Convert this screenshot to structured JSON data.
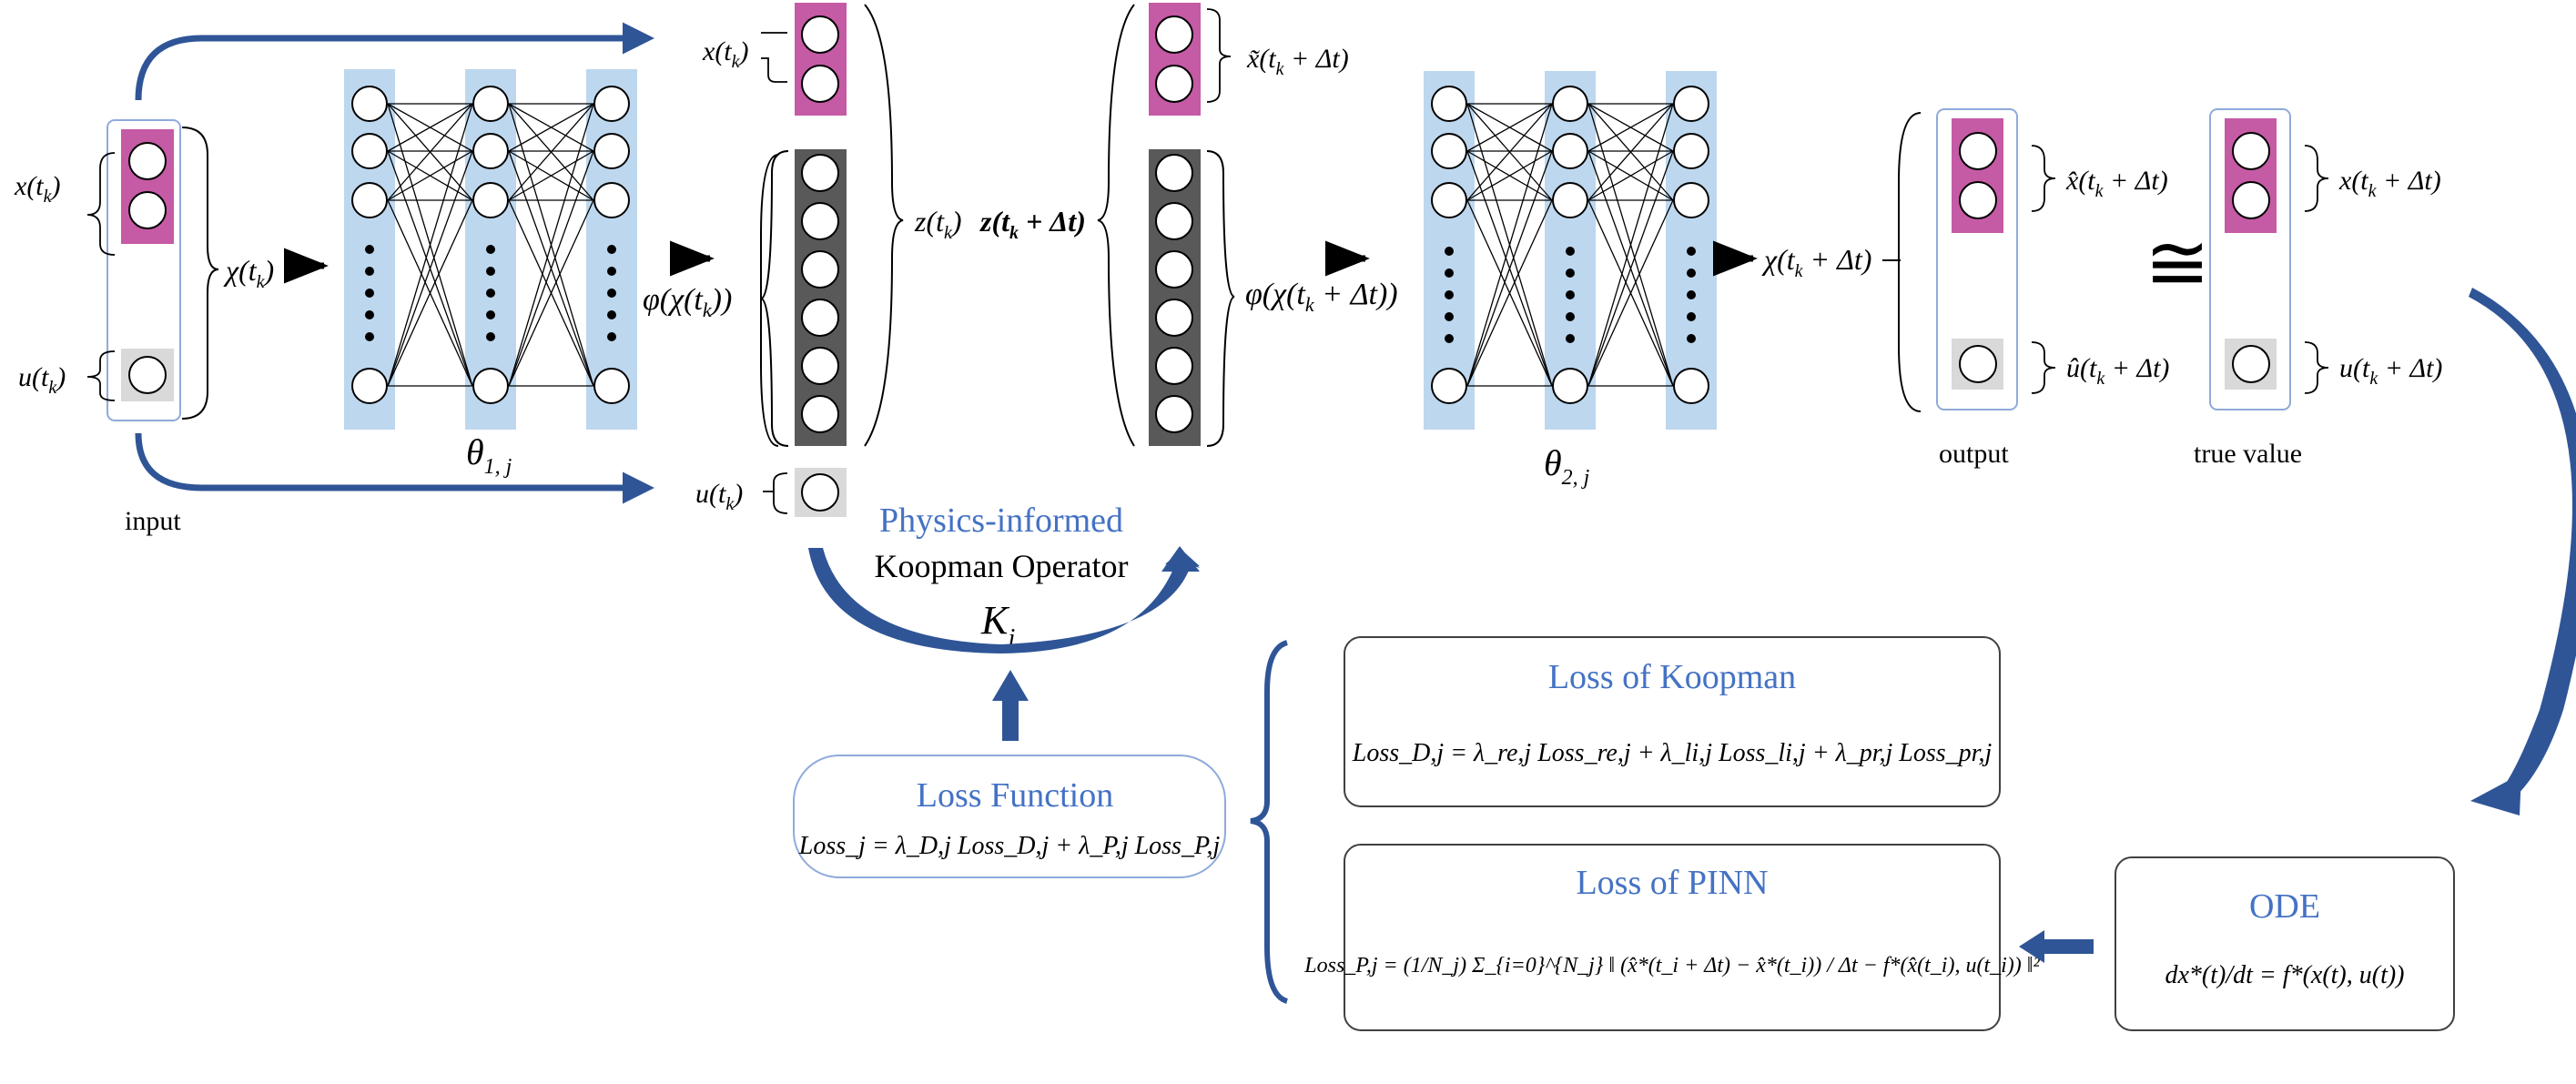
{
  "colors": {
    "accent_blue": "#2f5597",
    "title_blue": "#4472c4",
    "layer_fill": "#bdd7ee",
    "state_fill": "#c55aa5",
    "latent_fill": "#595959",
    "input_fill": "#d9d9d9",
    "box_border": "#8faadc"
  },
  "input": {
    "label": "input",
    "x_label": "x(t",
    "x_sub": "k",
    "u_label": "u(t",
    "u_sub": "k",
    "chi_label": "χ(t",
    "chi_sub": "k"
  },
  "encoder": {
    "theta_label": "θ",
    "theta_sub": "1, j"
  },
  "latent": {
    "x_label": "x(t",
    "x_sub": "k",
    "phi_label": "φ(χ(t",
    "phi_sub": "k",
    "phi_tail": "))",
    "u_label": "u(t",
    "u_sub": "k",
    "z_label": "z(t",
    "z_sub": "k"
  },
  "koopman": {
    "title_line1": "Physics-informed",
    "title_line2": "Koopman Operator",
    "symbol": "K",
    "symbol_sub": "j"
  },
  "advanced": {
    "z_label": "z(t",
    "z_sub": "k",
    "z_tail": " + Δt)",
    "x_label": "x̃(t",
    "x_sub": "k",
    "x_tail": " + Δt)",
    "phi_label": "φ(χ(t",
    "phi_sub": "k",
    "phi_tail": " + Δt))"
  },
  "decoder": {
    "theta_label": "θ",
    "theta_sub": "2, j",
    "chi_label": "χ(t",
    "chi_sub": "k",
    "chi_tail": " + Δt)"
  },
  "output": {
    "label": "output",
    "x_hat": "x̂(t",
    "x_hat_sub": "k",
    "x_hat_tail": " + Δt)",
    "u_hat": "û(t",
    "u_hat_sub": "k",
    "u_hat_tail": " + Δt)"
  },
  "congruent_symbol": "≅",
  "true_value": {
    "label": "true value",
    "x_label": "x(t",
    "x_sub": "k",
    "x_tail": " + Δt)",
    "u_label": "u(t",
    "u_sub": "k",
    "u_tail": " + Δt)"
  },
  "loss_function": {
    "title": "Loss Function",
    "formula": "Loss_j = λ_D,j Loss_D,j + λ_P,j Loss_P,j"
  },
  "loss_koopman": {
    "title": "Loss of Koopman",
    "formula": "Loss_D,j = λ_re,j Loss_re,j + λ_li,j Loss_li,j + λ_pr,j Loss_pr,j"
  },
  "loss_pinn": {
    "title": "Loss of PINN",
    "formula": "Loss_P,j = (1/N_j) Σ_{i=0}^{N_j} ‖ (x̂*(t_i + Δt) − x̂*(t_i)) / Δt − f*(x̂(t_i), u(t_i)) ‖²"
  },
  "ode": {
    "title": "ODE",
    "formula": "dx*(t)/dt = f*(x(t), u(t))"
  }
}
